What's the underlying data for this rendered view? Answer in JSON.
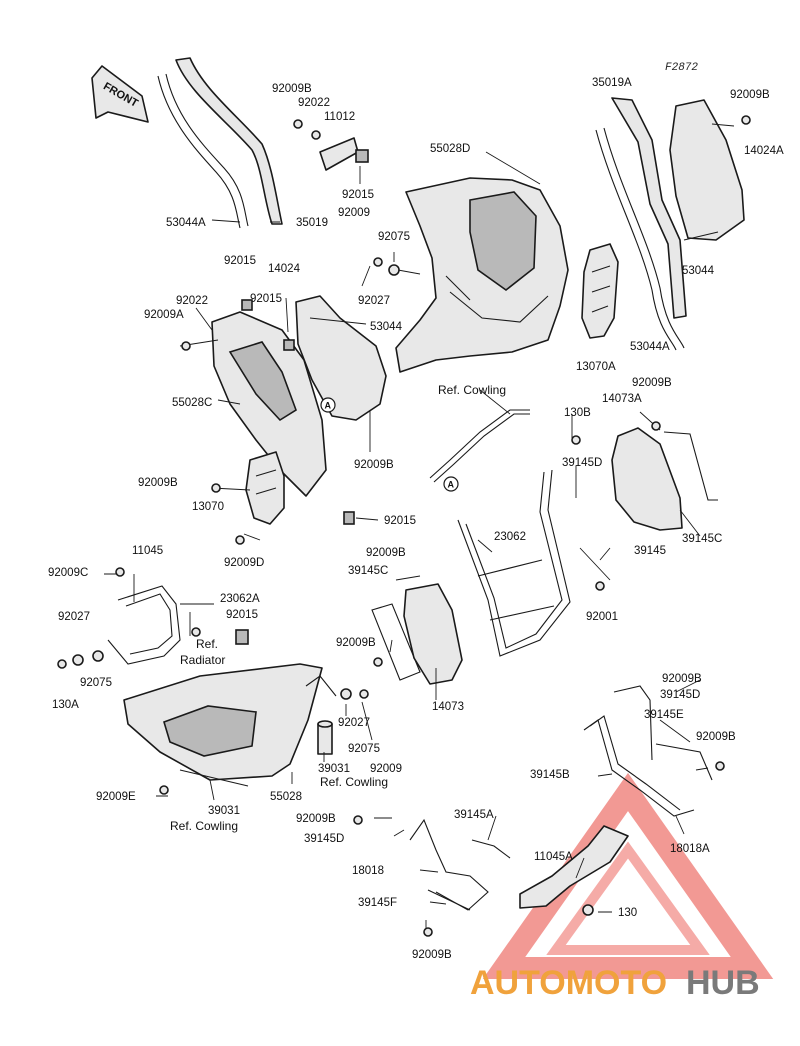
{
  "diagram_code": "F2872",
  "front_label": "FRONT",
  "circle_marker": "A",
  "watermark": {
    "text_a": "AUTOMOTO",
    "text_b": "HUB",
    "color_a": "#f0a23c",
    "color_b": "#7a7a7a",
    "triangle_color": "#e8453c"
  },
  "labels": [
    "92009B",
    "92022",
    "11012",
    "92015",
    "55028D",
    "35019A",
    "92009B",
    "14024A",
    "53044A",
    "35019",
    "92009",
    "92075",
    "92027",
    "92015",
    "14024",
    "53044",
    "53044",
    "92022",
    "92009A",
    "92015",
    "13070A",
    "53044A",
    "55028C",
    "Ref. Cowling",
    "92009B",
    "14073A",
    "130B",
    "39145D",
    "92009B",
    "92009B",
    "13070",
    "92015",
    "92009D",
    "39145C",
    "11045",
    "92009C",
    "92009B",
    "23062",
    "39145C",
    "39145",
    "23062A",
    "92001",
    "92027",
    "92015",
    "Ref.",
    "Radiator",
    "92009B",
    "130A",
    "92075",
    "14073",
    "92009B",
    "39145D",
    "92027",
    "92075",
    "39031",
    "92009",
    "Ref. Cowling",
    "39145E",
    "92009B",
    "39145B",
    "92009E",
    "55028",
    "39031",
    "Ref. Cowling",
    "92009B",
    "39145A",
    "39145D",
    "18018A",
    "11045A",
    "18018",
    "39145F",
    "130",
    "92009B"
  ]
}
